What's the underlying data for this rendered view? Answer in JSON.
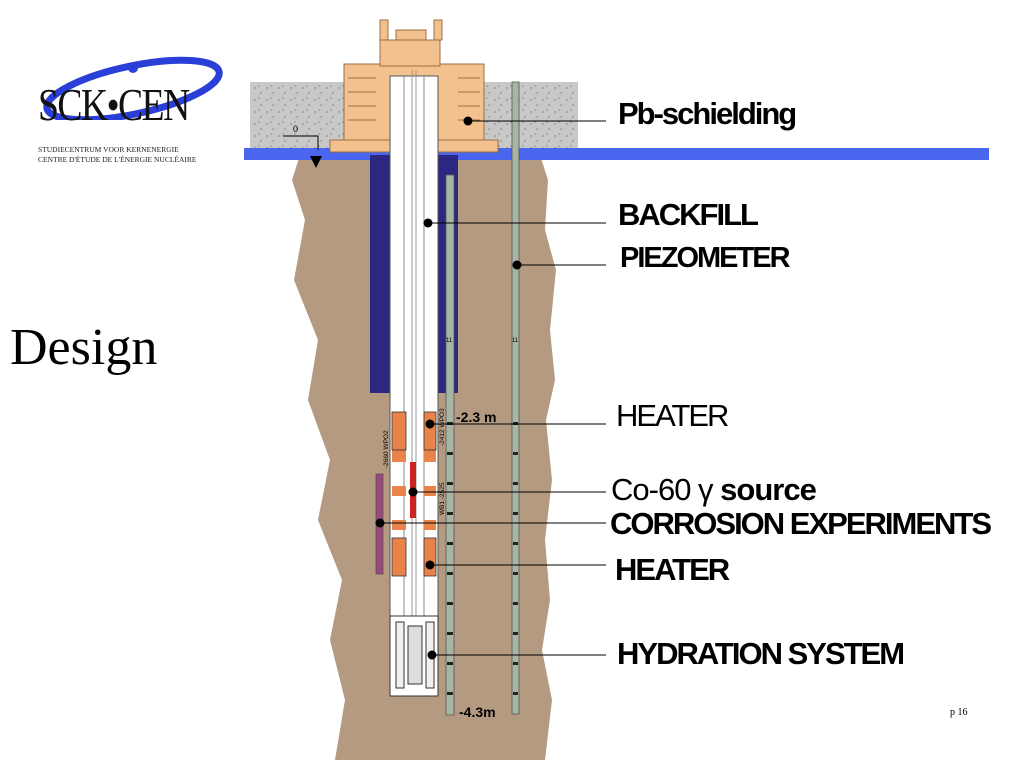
{
  "logo": {
    "wordmark": "SCK•CEN",
    "subtitle_line1": "STUDIECENTRUM VOOR KERNENERGIE",
    "subtitle_line2": "CENTRE D'ÉTUDE DE L'ÉNERGIE NUCLÉAIRE"
  },
  "title": "Design",
  "labels": {
    "pb_shielding": "Pb-schielding",
    "backfill": "BACKFILL",
    "piezometer": "PIEZOMETER",
    "heater_top": "HEATER",
    "co60_prefix": "Co-60 ",
    "gamma": "γ",
    "source": " source",
    "corrosion": "CORROSION EXPERIMENTS",
    "heater_bottom": "HEATER",
    "hydration": "HYDRATION SYSTEM"
  },
  "depths": {
    "surface": "0",
    "depth_1": "-2.3 m",
    "depth_2": "-4.3m"
  },
  "small_annotations": {
    "wpo2": "-2660 WPO2",
    "wpo3": "-2412 WPO3",
    "wb": "WB1 -2525",
    "tube_mark": "11"
  },
  "colors": {
    "soil": "#b49a80",
    "concrete": "#c4c4c4",
    "surface_line": "#4a66ee",
    "shielding": "#f3c18e",
    "backfill_liner": "#2c2780",
    "heater": "#e8834a",
    "source": "#cc2222",
    "corrosion": "#9a4a7a",
    "piezometer": "#a8b4a4"
  },
  "page_number": "p 16"
}
